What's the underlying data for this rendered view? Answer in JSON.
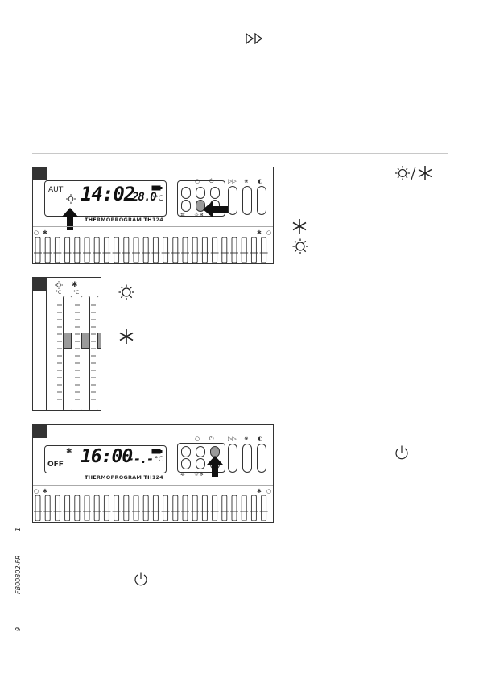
{
  "header": {
    "skip_icon": "double-chevron-right-icon"
  },
  "panel1": {
    "mode": "AUT",
    "time": "14:02",
    "temperature": "28.0",
    "unit": "°C",
    "brand_prefix": "THE",
    "brand_rest": "RMOPROGRAM",
    "brand_model_strong": "TH",
    "brand_model": "124",
    "selected_button": "sun-snow-toggle"
  },
  "panel1_legend": {
    "toggle_icon": "sun-snowflake-icon",
    "snow_icon": "snowflake-icon",
    "sun_icon": "sun-icon"
  },
  "panel2": {
    "unit_left": "°C",
    "unit_right": "°C"
  },
  "panel2_legend": {
    "sun_icon": "sun-icon",
    "snow_icon": "snowflake-icon"
  },
  "panel3": {
    "mode": "OFF",
    "time": "16:00",
    "temperature": "--.-",
    "unit": "°C",
    "brand_prefix": "THE",
    "brand_rest": "RMOPROGRAM",
    "brand_model_strong": "TH",
    "brand_model": "124",
    "selected_button": "power"
  },
  "panel3_legend": {
    "power_icon": "power-icon"
  },
  "footer": {
    "power_icon": "power-icon"
  },
  "margin": {
    "page_no": "9",
    "doc_code": "FB00802-FR",
    "mark": "1"
  }
}
